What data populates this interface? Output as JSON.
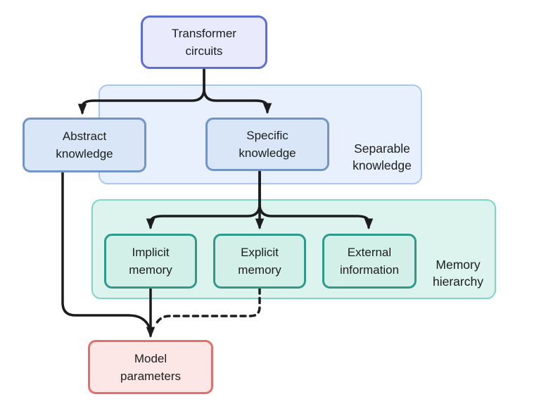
{
  "nodes": {
    "transformer_circuits": {
      "label": "Transformer\ncircuits",
      "fill": "#e9eafc",
      "border": "#5c6fd8"
    },
    "abstract_knowledge": {
      "label": "Abstract\nknowledge",
      "fill": "#d8e6f7",
      "border": "#7295c6"
    },
    "specific_knowledge": {
      "label": "Specific\nknowledge",
      "fill": "#d8e6f7",
      "border": "#7295c6"
    },
    "implicit_memory": {
      "label": "Implicit\nmemory",
      "fill": "#d2efe8",
      "border": "#2f9a8c"
    },
    "explicit_memory": {
      "label": "Explicit\nmemory",
      "fill": "#d2efe8",
      "border": "#2f9a8c"
    },
    "external_information": {
      "label": "External\ninformation",
      "fill": "#d2efe8",
      "border": "#2f9a8c"
    },
    "model_parameters": {
      "label": "Model\nparameters",
      "fill": "#fce7e6",
      "border": "#e0706b"
    }
  },
  "groups": {
    "separable_knowledge": {
      "label": "Separable\nknowledge",
      "fill": "#e7f0fc",
      "border": "#a9c7ef"
    },
    "memory_hierarchy": {
      "label": "Memory\nhierarchy",
      "fill": "#dcf3ee",
      "border": "#7fd6c8"
    }
  },
  "edges": [
    {
      "from": "transformer_circuits",
      "to": "abstract_knowledge",
      "style": "solid",
      "arrowhead": true
    },
    {
      "from": "transformer_circuits",
      "to": "specific_knowledge",
      "style": "solid",
      "arrowhead": true
    },
    {
      "from": "specific_knowledge",
      "to": "implicit_memory",
      "style": "solid",
      "arrowhead": true
    },
    {
      "from": "specific_knowledge",
      "to": "explicit_memory",
      "style": "solid",
      "arrowhead": true
    },
    {
      "from": "specific_knowledge",
      "to": "external_information",
      "style": "solid",
      "arrowhead": true
    },
    {
      "from": "abstract_knowledge",
      "to": "model_parameters",
      "style": "solid",
      "arrowhead": false
    },
    {
      "from": "implicit_memory",
      "to": "model_parameters",
      "style": "solid",
      "arrowhead": true
    },
    {
      "from": "explicit_memory",
      "to": "model_parameters",
      "style": "dashed",
      "arrowhead": false
    }
  ],
  "colors": {
    "arrow": "#1c1c1c",
    "text": "#1d1d1d",
    "background": "#ffffff"
  }
}
